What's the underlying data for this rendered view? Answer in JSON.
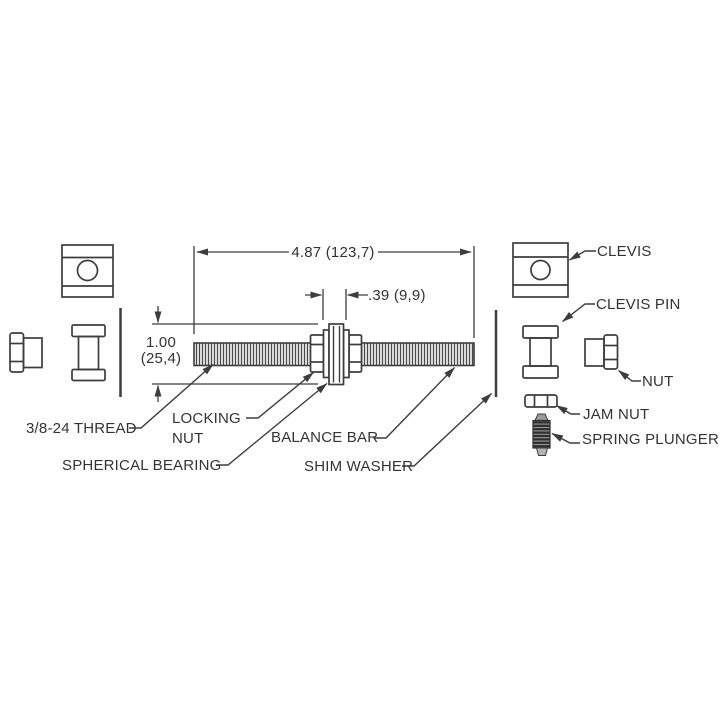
{
  "diagram": {
    "dimensions": {
      "overall_length": "4.87 (123,7)",
      "bearing_width": ".39 (9,9)",
      "bearing_height_in": "1.00",
      "bearing_height_mm": "(25,4)"
    },
    "part_labels": {
      "clevis": "CLEVIS",
      "clevis_pin": "CLEVIS PIN",
      "nut": "NUT",
      "jam_nut": "JAM NUT",
      "spring_plunger": "SPRING PLUNGER",
      "thread": "3/8-24 THREAD",
      "locking_nut_line1": "LOCKING",
      "locking_nut_line2": "NUT",
      "balance_bar": "BALANCE BAR",
      "spherical_bearing": "SPHERICAL BEARING",
      "shim_washer": "SHIM WASHER"
    },
    "colors": {
      "line": "#3d3d3d",
      "text": "#333333",
      "background": "#ffffff",
      "plunger_body": "#2e2e2e",
      "plunger_metal": "#9a9a9a"
    }
  }
}
